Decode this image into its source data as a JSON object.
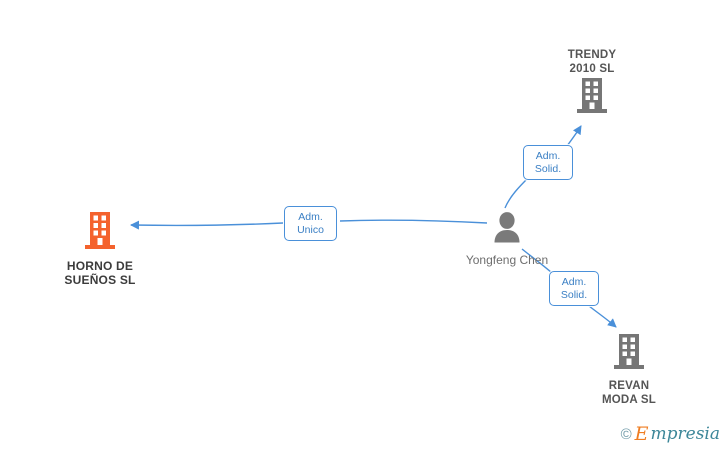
{
  "diagram": {
    "title": "Empresia corporate relationship graph",
    "background_color": "#ffffff",
    "edge_color": "#4a90d9",
    "company_color": "#777777",
    "highlight_company_color": "#f4622d",
    "person_color": "#7a7a7a"
  },
  "nodes": {
    "person": {
      "name": "Yongfeng Chen",
      "icon": "person-icon",
      "type": "person"
    },
    "horno": {
      "name": "HORNO DE\nSUEÑOS  SL",
      "icon": "building-icon",
      "type": "company",
      "highlighted": true
    },
    "trendy": {
      "name": "TRENDY\n2010 SL",
      "icon": "building-icon",
      "type": "company",
      "highlighted": false
    },
    "revan": {
      "name": "REVAN\nMODA  SL",
      "icon": "building-icon",
      "type": "company",
      "highlighted": false
    }
  },
  "edges": [
    {
      "from": "person",
      "to": "horno",
      "label": "Adm.\nUnico"
    },
    {
      "from": "person",
      "to": "trendy",
      "label": "Adm.\nSolid."
    },
    {
      "from": "person",
      "to": "revan",
      "label": "Adm.\nSolid."
    }
  ],
  "watermark": {
    "copyright": "©",
    "brand_initial": "E",
    "brand_rest": "mpresia"
  }
}
